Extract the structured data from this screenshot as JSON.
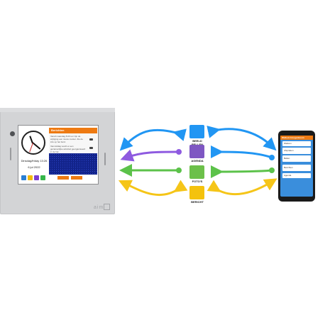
{
  "panel": {
    "brand": "aim",
    "clock_label": "Dinsdag/friday 13:26",
    "date_label": "6 jul 2022",
    "notifications_title": "Berichten",
    "messages": [
      "Vanaf maandag 8.00 uur zijn de wijziging een nieuw rooster. Zie de info op het bord.",
      "Vanmiddag wordt er een gezamenlijke activiteit georganiseerd in de hal."
    ],
    "tile_colors": [
      "#2a7fd4",
      "#f2b90c",
      "#7a3fd1",
      "#35b54a"
    ],
    "button_colors": [
      "#ee7a12",
      "#ee7a12"
    ]
  },
  "services": [
    {
      "label": "BEELD BELLEN",
      "color": "#2196f3",
      "icon": "video-call-icon"
    },
    {
      "label": "AGENDA",
      "color": "#7e57c2",
      "icon": "calendar-icon"
    },
    {
      "label": "FOTO'S",
      "color": "#6cc04a",
      "icon": "photos-icon"
    },
    {
      "label": "BERICHT",
      "color": "#f4c20d",
      "icon": "message-icon"
    }
  ],
  "arrows": {
    "colors": [
      "#2196f3",
      "#8e5ae0",
      "#5cc24a",
      "#f5c518"
    ]
  },
  "phone": {
    "header": "Welkom Hoogenboom",
    "cards": [
      "Welkom",
      "Afspraken",
      "Bellen",
      "Berichten",
      "Agenda"
    ]
  },
  "accent": "#ee7a12"
}
